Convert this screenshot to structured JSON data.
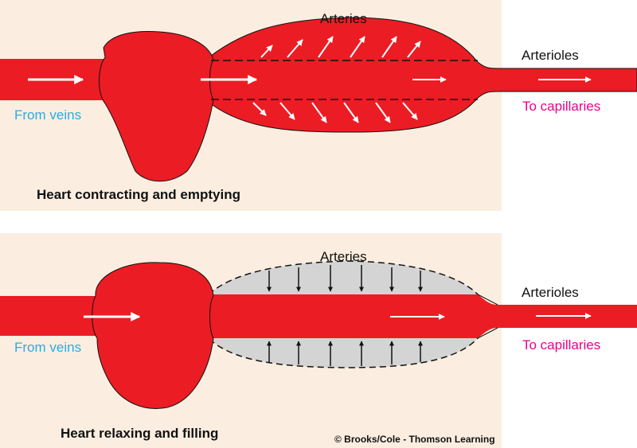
{
  "colors": {
    "vessel": "#ec1c24",
    "panel_bg": "#fbeee0",
    "veins_text": "#29abe2",
    "capillaries_text": "#ec008c",
    "recoil_fill": "#d4d4d4"
  },
  "panels": [
    {
      "title": "Heart contracting and emptying",
      "arteries_label": "Arteries",
      "arterioles_label": "Arterioles",
      "from_veins_label": "From veins",
      "to_capillaries_label": "To capillaries"
    },
    {
      "title": "Heart relaxing and filling",
      "arteries_label": "Arteries",
      "arterioles_label": "Arterioles",
      "from_veins_label": "From veins",
      "to_capillaries_label": "To capillaries"
    }
  ],
  "credit": "© Brooks/Cole - Thomson Learning"
}
